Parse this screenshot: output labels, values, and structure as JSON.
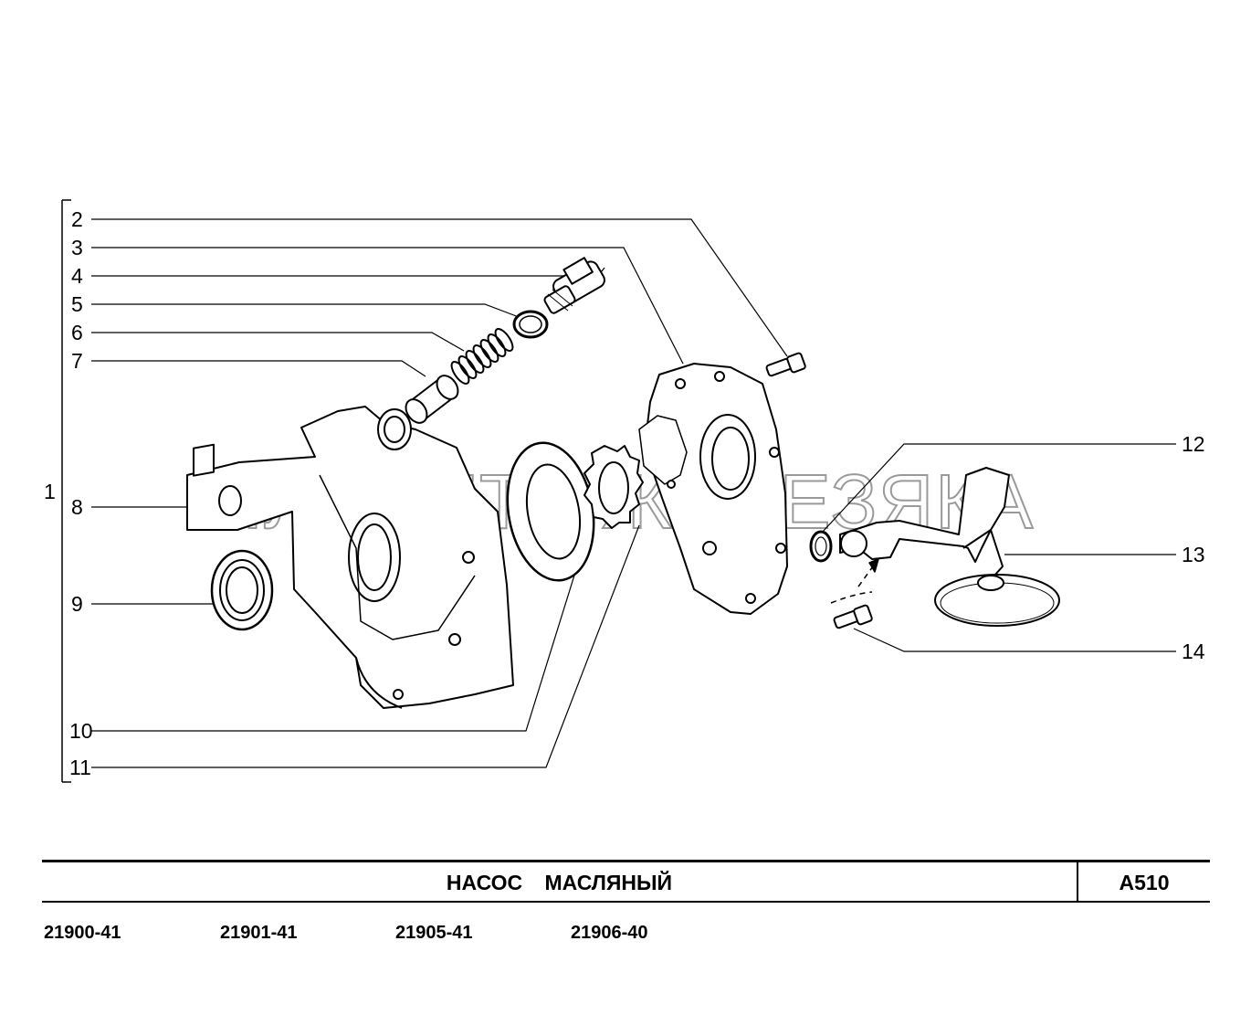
{
  "diagram": {
    "group_label": "1",
    "callouts": [
      {
        "id": "2",
        "label": "2"
      },
      {
        "id": "3",
        "label": "3"
      },
      {
        "id": "4",
        "label": "4"
      },
      {
        "id": "5",
        "label": "5"
      },
      {
        "id": "6",
        "label": "6"
      },
      {
        "id": "7",
        "label": "7"
      },
      {
        "id": "8",
        "label": "8"
      },
      {
        "id": "9",
        "label": "9"
      },
      {
        "id": "10",
        "label": "10"
      },
      {
        "id": "11",
        "label": "11"
      },
      {
        "id": "12",
        "label": "12"
      },
      {
        "id": "13",
        "label": "13"
      },
      {
        "id": "14",
        "label": "14"
      }
    ],
    "watermark": "ПЛАНЕТА ЖЕЛЕЗЯКА"
  },
  "title_block": {
    "title": "НАСОС МАСЛЯНЫЙ",
    "code": "A510"
  },
  "models": [
    "21900-41",
    "21901-41",
    "21905-41",
    "21906-40"
  ]
}
